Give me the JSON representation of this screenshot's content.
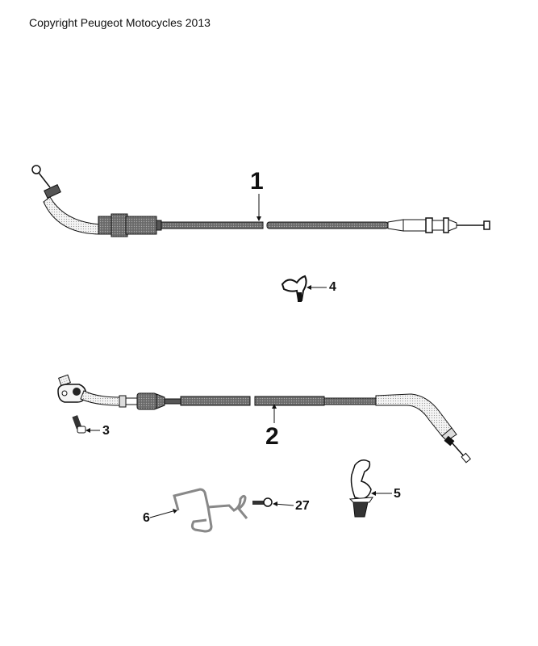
{
  "header": {
    "copyright": "Copyright Peugeot Motocycles 2013"
  },
  "callouts": [
    {
      "id": "1",
      "label": "1",
      "part": "throttle-cable-upper"
    },
    {
      "id": "2",
      "label": "2",
      "part": "throttle-cable-lower"
    },
    {
      "id": "3",
      "label": "3",
      "part": "screw"
    },
    {
      "id": "4",
      "label": "4",
      "part": "cable-clip"
    },
    {
      "id": "5",
      "label": "5",
      "part": "cable-clamp"
    },
    {
      "id": "6",
      "label": "6",
      "part": "wire-bracket"
    },
    {
      "id": "27",
      "label": "27",
      "part": "flange-screw"
    }
  ],
  "colors": {
    "ink": "#111111",
    "cable": "#555555",
    "sheath": "#e8e8e8"
  }
}
